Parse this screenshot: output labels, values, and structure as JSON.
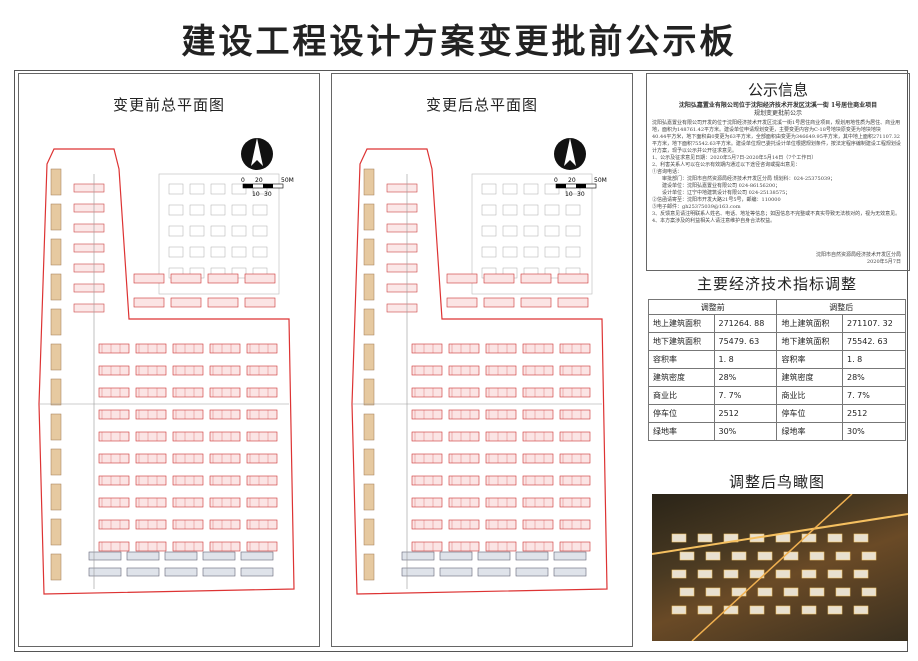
{
  "title": "建设工程设计方案变更批前公示板",
  "plans": {
    "before_title": "变更前总平面图",
    "after_title": "变更后总平面图",
    "scale_labels": [
      "0",
      "20",
      "50M",
      "10",
      "30"
    ]
  },
  "notice": {
    "title": "公示信息",
    "head": "沈阳弘嘉置业有限公司位于沈阳经济技术开发区沈溪一街 1号居住商业项目",
    "subhead": "规划变更批前公示",
    "body": [
      "沈阳弘嘉置业有限公司开发的位于沈阳经济技术开发区沈溪一街1号居住商业项目，规划用地性质为居住、商业用地，面积为148761.42平方米。建设单位申请规划变更，主要变更内容为C-18号地块原变更为地块地块",
      "40.44平方米，地下面积由0变更为63平方米，全部面积由变更为346649.95平方米，其中地上面积271107.32平方米，地下面积75542.63平方米。建设单位规已委托设计单位根据规划条件，按法定程序编制建设工程规划设计方案，现予以公示并公开征求意见。",
      "1、公示及征求意见日期：2020年5月7日-2020年5月14日（7个工作日）",
      "2、利害关系人可以在公示有效期内通过以下途径咨询或提出意见：",
      "①咨询电话：",
      "审批部门：沈阳市自然资源局经济技术开发区分局 规划科：024-25375039；",
      "建设单位：沈阳弘嘉置业有限公司 024-86156200；",
      "设计单位：辽宁中地建筑设计有限公司 024-25138575；",
      "②信函请寄至：沈阳市开发大路21号5号，邮编：110000",
      "③电子邮件：gh25375039@163.com",
      "3、反馈意见请注明联系人姓名、电话、地址等信息；如因信息不完整或不真实导致无法核对的，视为无效意见。",
      "4、本方案涉及的利益相关人请注意维护自身合法权益。"
    ],
    "sign": [
      "沈阳市自然资源局经济技术开发区分局",
      "2020年5月7日"
    ]
  },
  "indicators": {
    "title": "主要经济技术指标调整",
    "before_header": "调整前",
    "after_header": "调整后",
    "rows": [
      {
        "label": "地上建筑面积",
        "before": "271264. 88",
        "after": "271107. 32"
      },
      {
        "label": "地下建筑面积",
        "before": "75479. 63",
        "after": "75542. 63"
      },
      {
        "label": "容积率",
        "before": "1. 8",
        "after": "1. 8"
      },
      {
        "label": "建筑密度",
        "before": "28%",
        "after": "28%"
      },
      {
        "label": "商业比",
        "before": "7. 7%",
        "after": "7. 7%"
      },
      {
        "label": "停车位",
        "before": "2512",
        "after": "2512"
      },
      {
        "label": "绿地率",
        "before": "30%",
        "after": "30%"
      }
    ]
  },
  "aerial": {
    "title": "调整后鸟瞰图"
  }
}
